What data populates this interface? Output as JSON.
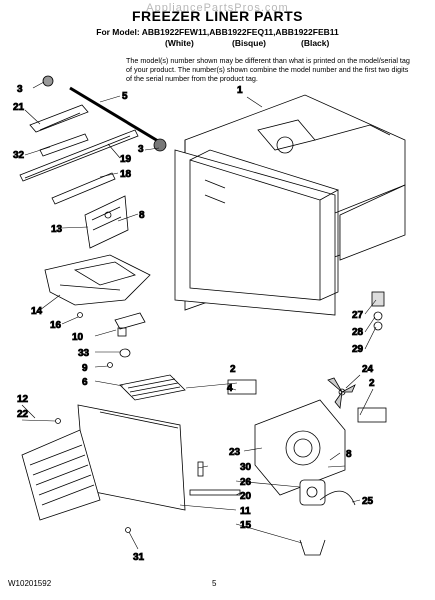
{
  "watermark": "AppliancePartsPros.com",
  "title": "FREEZER LINER PARTS",
  "models_line": "For Model: ABB1922FEW11,ABB1922FEQ11,ABB1922FEB11",
  "colors": [
    "(White)",
    "(Bisque)",
    "(Black)"
  ],
  "note": "The model(s) number shown may be different than what is printed on the model/serial tag of your product. The number(s) shown combine the model number and the first two digits of the serial number from the product tag.",
  "footer": {
    "doc_number": "W10201592",
    "page": "5"
  },
  "callouts": [
    "1",
    "2",
    "2",
    "3",
    "3",
    "4",
    "5",
    "6",
    "8",
    "8",
    "9",
    "10",
    "11",
    "12",
    "13",
    "14",
    "15",
    "16",
    "18",
    "19",
    "20",
    "21",
    "22",
    "23",
    "24",
    "25",
    "26",
    "27",
    "28",
    "29",
    "30",
    "31",
    "32",
    "33"
  ]
}
